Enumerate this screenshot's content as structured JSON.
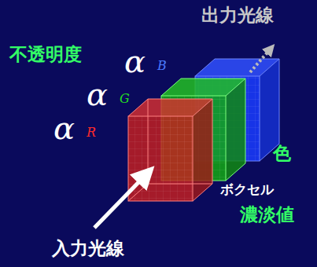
{
  "diagram": {
    "labels": [
      "出力光線",
      "不透明度",
      "α",
      "B",
      "α",
      "G",
      "α",
      "R",
      "色",
      "ボクセル",
      "濃淡値",
      "入力光線"
    ]
  }
}
